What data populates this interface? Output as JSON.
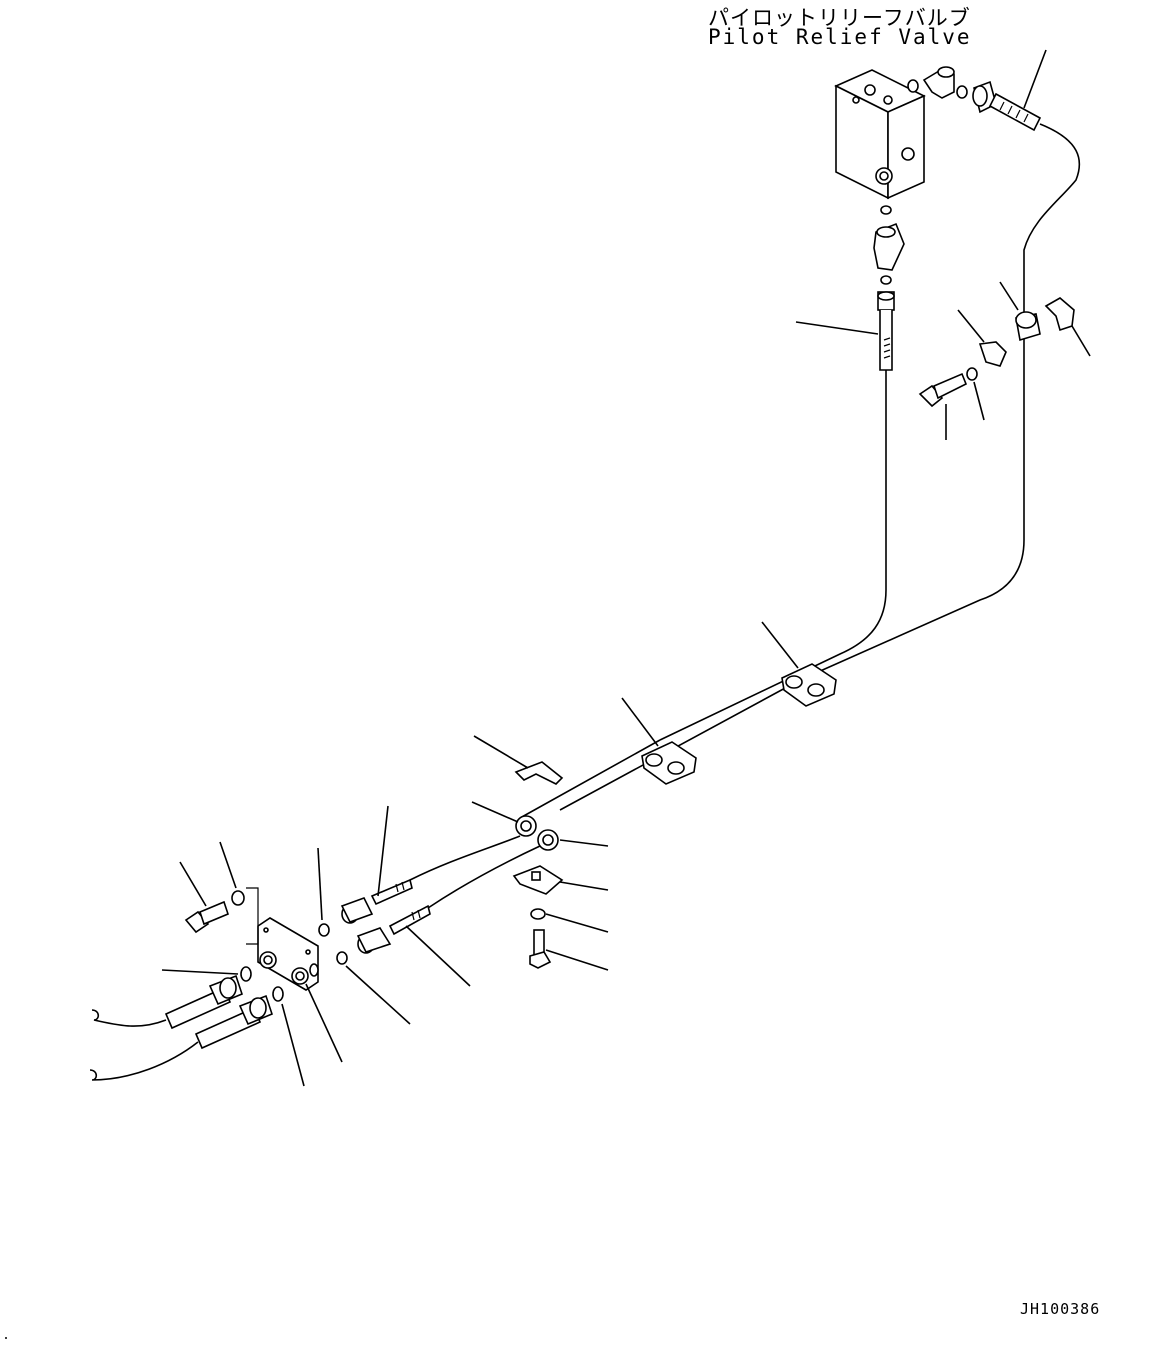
{
  "callout": {
    "japanese": "パイロットリリーフバルブ",
    "english": "Pilot Relief Valve"
  },
  "drawing_code": "JH100386"
}
